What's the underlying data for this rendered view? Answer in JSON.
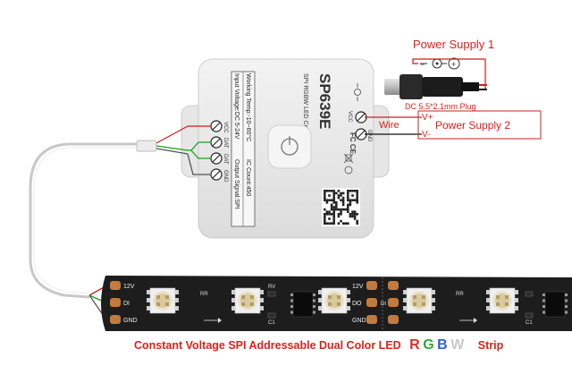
{
  "power_supply_1": {
    "label": "Power Supply 1",
    "plug_label": "DC 5.5*2.1mm Plug"
  },
  "power_supply_2": {
    "label": "Power Supply 2",
    "vplus": "V+",
    "vminus": "V-",
    "wire_label": "Wire"
  },
  "controller": {
    "model": "SP639E",
    "subtitle": "SPI RGBW LED Controller",
    "spec_left_1": "Input Voltage:DC 5-24V",
    "spec_left_2": "Working Temp:-10~60°C",
    "spec_right_1": "Output Signal:SPI",
    "spec_right_2": "IC Count:450",
    "left_terminals": [
      "VCC",
      "DAT",
      "DAT",
      "GND"
    ],
    "right_terminals": [
      "VCC",
      "GND"
    ],
    "power_button": "power-button",
    "cert_marks": "FC CE"
  },
  "strip": {
    "pins": [
      "12V",
      "DI",
      "GND"
    ],
    "pins_mid": [
      "12V",
      "DO",
      "GND"
    ],
    "pins_mid2": [
      "DI"
    ],
    "chip_labels": [
      "RR",
      "C1",
      "RV",
      "RR",
      "C1"
    ],
    "caption_prefix": "Constant Voltage SPI Addressable Dual Color LED",
    "caption_r": "R",
    "caption_g": "G",
    "caption_b": "B",
    "caption_w": "W",
    "caption_suffix": "Strip"
  },
  "colors": {
    "red_text": "#e0201b",
    "red_wire": "#d21c1c",
    "green_wire": "#1aa01a",
    "box_border": "#cc2222",
    "strip": "#1d1d1d",
    "rgb_r": "#e32b2b",
    "rgb_g": "#2faa3a",
    "rgb_b": "#2f5fd6",
    "rgb_w": "#c9c9c9"
  }
}
